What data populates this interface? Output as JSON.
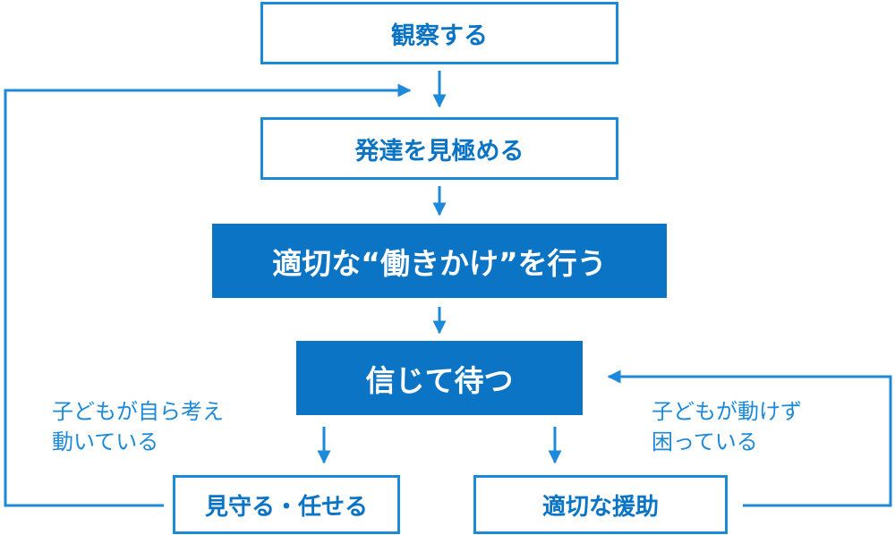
{
  "boxes": {
    "observe": "観察する",
    "assess": "発達を見極める",
    "action": "適切な“働きかけ”を行う",
    "trust": "信じて待つ",
    "watch": "見守る・任せる",
    "support": "適切な援助"
  },
  "notes": {
    "left_line1": "子どもが自ら考え",
    "left_line2": "動いている",
    "right_line1": "子どもが動けず",
    "right_line2": "困っている"
  },
  "colors": {
    "accent": "#1d8ad9",
    "fill": "#0b74c4",
    "text_on_fill": "#ffffff"
  }
}
